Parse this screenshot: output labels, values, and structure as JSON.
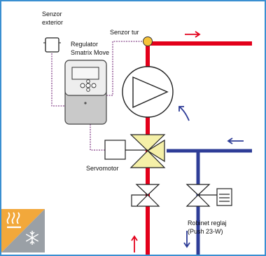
{
  "labels": {
    "sensor_exterior_line1": "Senzor",
    "sensor_exterior_line2": "exterior",
    "sensor_flow": "Senzor tur",
    "regulator_line1": "Regulator",
    "regulator_line2": "Smatrix Move",
    "servomotor": "Servomotor",
    "valve_line1": "Robinet reglaj",
    "valve_line2": "(Push 23-W)"
  },
  "colors": {
    "frame": "#3a8fd1",
    "supply_pipe": "#e3001b",
    "return_pipe": "#2e3d97",
    "signal_wire": "#8a4a8e",
    "mixing_valve": "#f5f0a8",
    "sensor": "#f6c33a",
    "heating_badge": "#f2a83b",
    "cooling_badge": "#9aa0a6"
  },
  "icons": {
    "heating": "heat-waves-icon",
    "cooling": "snowflake-icon"
  }
}
